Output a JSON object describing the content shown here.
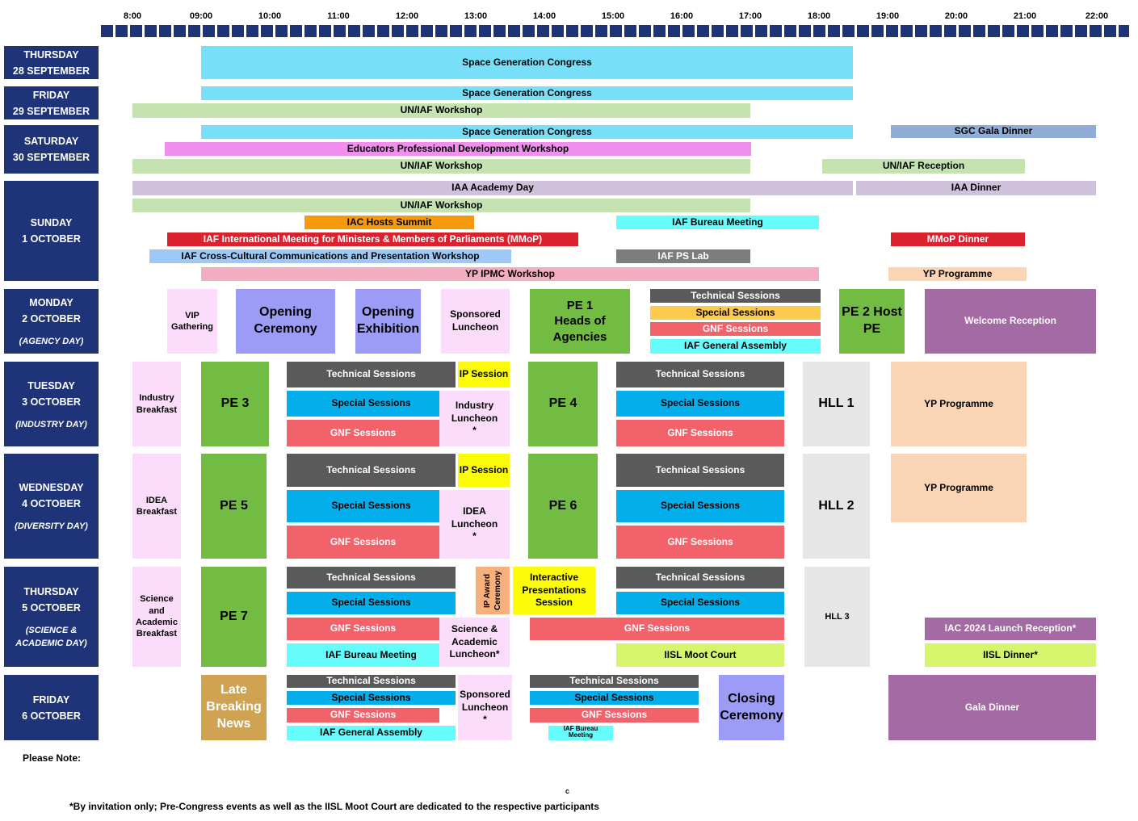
{
  "timeline": {
    "labels": [
      "8:00",
      "09:00",
      "10:00",
      "11:00",
      "12:00",
      "13:00",
      "14:00",
      "15:00",
      "16:00",
      "17:00",
      "18:00",
      "19:00",
      "20:00",
      "21:00",
      "22:00"
    ]
  },
  "colors": {
    "navy": "#1f3478",
    "sgc": "#77dff8",
    "unworkshop": "#c4e3b0",
    "educators": "#f28ef0",
    "gala_sgc": "#8fadd6",
    "iaa": "#cfc0dc",
    "hosts": "#f59a0c",
    "bureau": "#66fcfc",
    "mmop": "#d9222e",
    "crosscultural": "#9ec9f6",
    "pslab": "#7d7d7d",
    "ipmc": "#f2aec0",
    "yp": "#fad5b5",
    "pinklight": "#fbdcfa",
    "lavender": "#9c9cf6",
    "green": "#72bc43",
    "technical": "#5a5a5a",
    "special": "#fcca4d",
    "special_blue": "#04aeea",
    "gnf": "#f2626a",
    "ip": "#fcfc08",
    "hll": "#e6e6e6",
    "purple": "#a36aa3",
    "lime": "#d6f56d",
    "gold": "#cfa352",
    "peach": "#f7b07b"
  },
  "days": [
    {
      "line1": "THURSDAY",
      "line2": "28 SEPTEMBER",
      "note": ""
    },
    {
      "line1": "FRIDAY",
      "line2": "29 SEPTEMBER",
      "note": ""
    },
    {
      "line1": "SATURDAY",
      "line2": "30 SEPTEMBER",
      "note": ""
    },
    {
      "line1": "SUNDAY",
      "line2": "1 OCTOBER",
      "note": ""
    },
    {
      "line1": "MONDAY",
      "line2": "2 OCTOBER",
      "note": "(AGENCY DAY)"
    },
    {
      "line1": "TUESDAY",
      "line2": "3 OCTOBER",
      "note": "(INDUSTRY DAY)"
    },
    {
      "line1": "WEDNESDAY",
      "line2": "4 OCTOBER",
      "note": "(DIVERSITY DAY)"
    },
    {
      "line1": "THURSDAY",
      "line2": "5 OCTOBER",
      "note": "(SCIENCE &\nACADEMIC DAY)"
    },
    {
      "line1": "FRIDAY",
      "line2": "6 OCTOBER",
      "note": ""
    }
  ],
  "events": [
    {
      "label": "Space Generation Congress",
      "color": "sgc"
    },
    {
      "label": "Space Generation Congress",
      "color": "sgc"
    },
    {
      "label": "UN/IAF Workshop",
      "color": "unworkshop"
    },
    {
      "label": "Space Generation Congress",
      "color": "sgc"
    },
    {
      "label": "SGC Gala Dinner",
      "color": "gala_sgc"
    },
    {
      "label": "Educators Professional Development Workshop",
      "color": "educators"
    },
    {
      "label": "UN/IAF Workshop",
      "color": "unworkshop"
    },
    {
      "label": "UN/IAF Reception",
      "color": "unworkshop"
    },
    {
      "label": "IAA Academy Day",
      "color": "iaa"
    },
    {
      "label": "IAA  Dinner",
      "color": "iaa"
    },
    {
      "label": "UN/IAF Workshop",
      "color": "unworkshop"
    },
    {
      "label": "IAC Hosts Summit",
      "color": "hosts"
    },
    {
      "label": "IAF Bureau Meeting",
      "color": "bureau"
    },
    {
      "label": "IAF International Meeting for Ministers & Members of Parliaments (MMoP)",
      "color": "mmop",
      "text": "#ffffff"
    },
    {
      "label": "MMoP Dinner",
      "color": "mmop",
      "text": "#ffffff"
    },
    {
      "label": "IAF Cross-Cultural Communications and Presentation Workshop",
      "color": "crosscultural"
    },
    {
      "label": "IAF PS Lab",
      "color": "pslab",
      "text": "#ffffff"
    },
    {
      "label": "YP IPMC Workshop",
      "color": "ipmc"
    },
    {
      "label": "YP Programme",
      "color": "yp"
    },
    {
      "label": "VIP\nGathering",
      "color": "pinklight"
    },
    {
      "label": "Opening\nCeremony",
      "color": "lavender"
    },
    {
      "label": "Opening\nExhibition",
      "color": "lavender"
    },
    {
      "label": "Sponsored\nLuncheon",
      "color": "pinklight"
    },
    {
      "label": "PE 1\nHeads of\nAgencies",
      "color": "green"
    },
    {
      "label": "Technical Sessions",
      "color": "technical",
      "text": "#ffffff"
    },
    {
      "label": "Special Sessions",
      "color": "special"
    },
    {
      "label": "GNF Sessions",
      "color": "gnf",
      "text": "#ffffff"
    },
    {
      "label": "IAF General Assembly",
      "color": "bureau"
    },
    {
      "label": "PE 2 Host\nPE",
      "color": "green"
    },
    {
      "label": "Welcome Reception",
      "color": "purple",
      "text": "#ffffff"
    },
    {
      "label": "Industry\nBreakfast",
      "color": "pinklight"
    },
    {
      "label": "PE 3",
      "color": "green"
    },
    {
      "label": "Technical Sessions",
      "color": "technical",
      "text": "#ffffff"
    },
    {
      "label": "Special Sessions",
      "color": "special_blue"
    },
    {
      "label": "GNF Sessions",
      "color": "gnf",
      "text": "#ffffff"
    },
    {
      "label": "IP Session",
      "color": "ip"
    },
    {
      "label": "Industry\nLuncheon\n*",
      "color": "pinklight"
    },
    {
      "label": "PE 4",
      "color": "green"
    },
    {
      "label": "Technical Sessions",
      "color": "technical",
      "text": "#ffffff"
    },
    {
      "label": "Special Sessions",
      "color": "special_blue"
    },
    {
      "label": "GNF Sessions",
      "color": "gnf",
      "text": "#ffffff"
    },
    {
      "label": "HLL 1",
      "color": "hll"
    },
    {
      "label": "YP Programme",
      "color": "yp"
    },
    {
      "label": "IDEA\nBreakfast",
      "color": "pinklight"
    },
    {
      "label": "PE 5",
      "color": "green"
    },
    {
      "label": "Technical Sessions",
      "color": "technical",
      "text": "#ffffff"
    },
    {
      "label": "Special Sessions",
      "color": "special_blue"
    },
    {
      "label": "GNF Sessions",
      "color": "gnf",
      "text": "#ffffff"
    },
    {
      "label": "IP Session",
      "color": "ip"
    },
    {
      "label": "IDEA\nLuncheon\n*",
      "color": "pinklight"
    },
    {
      "label": "PE 6",
      "color": "green"
    },
    {
      "label": "Technical Sessions",
      "color": "technical",
      "text": "#ffffff"
    },
    {
      "label": "Special Sessions",
      "color": "special_blue"
    },
    {
      "label": "GNF Sessions",
      "color": "gnf",
      "text": "#ffffff"
    },
    {
      "label": "HLL 2",
      "color": "hll"
    },
    {
      "label": "YP Programme",
      "color": "yp"
    },
    {
      "label": "Science\nand\nAcademic\nBreakfast",
      "color": "pinklight"
    },
    {
      "label": "PE 7",
      "color": "green"
    },
    {
      "label": "Technical Sessions",
      "color": "technical",
      "text": "#ffffff"
    },
    {
      "label": "Special Sessions",
      "color": "special_blue"
    },
    {
      "label": "GNF Sessions",
      "color": "gnf",
      "text": "#ffffff"
    },
    {
      "label": "IAF Bureau Meeting",
      "color": "bureau"
    },
    {
      "label": "IP Award\nCeremony",
      "color": "peach"
    },
    {
      "label": "Science &\nAcademic\nLuncheon*",
      "color": "pinklight"
    },
    {
      "label": "Interactive\nPresentations\nSession",
      "color": "ip"
    },
    {
      "label": "Technical Sessions",
      "color": "technical",
      "text": "#ffffff"
    },
    {
      "label": "Special Sessions",
      "color": "special_blue"
    },
    {
      "label": "GNF Sessions",
      "color": "gnf",
      "text": "#ffffff"
    },
    {
      "label": "IISL  Moot Court",
      "color": "lime"
    },
    {
      "label": "HLL 3",
      "color": "hll"
    },
    {
      "label": "IAC 2024 Launch Reception*",
      "color": "purple",
      "text": "#ffffff"
    },
    {
      "label": "IISL Dinner*",
      "color": "lime"
    },
    {
      "label": "Late\nBreaking\nNews",
      "color": "gold",
      "text": "#ffffff"
    },
    {
      "label": "Technical Sessions",
      "color": "technical",
      "text": "#ffffff"
    },
    {
      "label": "Special Sessions",
      "color": "special_blue"
    },
    {
      "label": "GNF Sessions",
      "color": "gnf",
      "text": "#ffffff"
    },
    {
      "label": "IAF General Assembly",
      "color": "bureau"
    },
    {
      "label": "Sponsored\nLuncheon\n*",
      "color": "pinklight"
    },
    {
      "label": "Technical Sessions",
      "color": "technical",
      "text": "#ffffff"
    },
    {
      "label": "Special Sessions",
      "color": "special_blue"
    },
    {
      "label": "GNF Sessions",
      "color": "gnf",
      "text": "#ffffff"
    },
    {
      "label": "IAF Bureau\nMeeting",
      "color": "bureau"
    },
    {
      "label": "Closing\nCeremony",
      "color": "lavender"
    },
    {
      "label": "Gala Dinner",
      "color": "purple",
      "text": "#ffffff"
    }
  ],
  "notes": {
    "please_note": "Please Note:",
    "mark": "c",
    "footnote": "*By invitation only; Pre-Congress events as well as the IISL Moot Court are dedicated to the respective participants"
  }
}
